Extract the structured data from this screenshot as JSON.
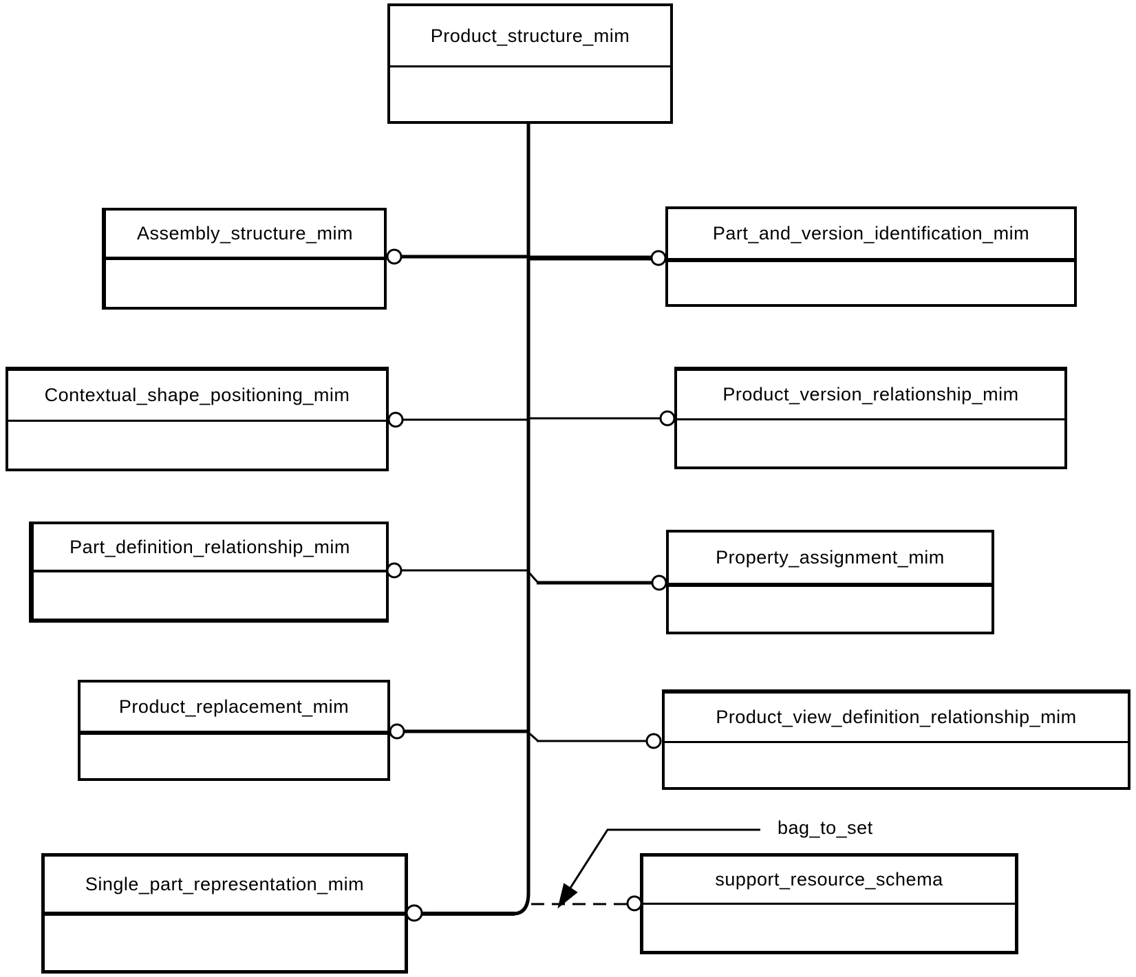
{
  "diagram": {
    "background": "#ffffff",
    "line_color": "#000000",
    "root_node": {
      "label": "Product_structure_mim"
    },
    "left_nodes": [
      {
        "label": "Assembly_structure_mim"
      },
      {
        "label": "Contextual_shape_positioning_mim"
      },
      {
        "label": "Part_definition_relationship_mim"
      },
      {
        "label": "Product_replacement_mim"
      },
      {
        "label": "Single_part_representation_mim"
      }
    ],
    "right_nodes": [
      {
        "label": "Part_and_version_identification_mim"
      },
      {
        "label": "Product_version_relationship_mim"
      },
      {
        "label": "Property_assignment_mim"
      },
      {
        "label": "Product_view_definition_relationship_mim"
      },
      {
        "label": "support_resource_schema"
      }
    ],
    "annotation": {
      "label": "bag_to_set"
    }
  }
}
